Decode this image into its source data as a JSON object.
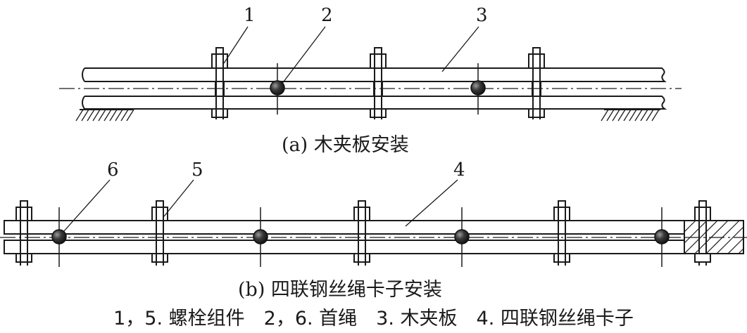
{
  "callouts_a": [
    "1",
    "2",
    "3"
  ],
  "callouts_b": [
    "6",
    "5",
    "4"
  ],
  "caption_a": "(a) 木夹板安装",
  "caption_b": "(b) 四联钢丝绳卡子安装",
  "legend": "1，5. 螺栓组件　2，6. 首绳　3. 木夹板　4. 四联钢丝绳卡子",
  "colors": {
    "line": "#1a1a1a",
    "rope_ball": "#2a2a2a",
    "background": "#ffffff"
  },
  "icons": [
    "bolt-assembly-icon",
    "rope-ball-icon",
    "ground-hatch-icon"
  ]
}
